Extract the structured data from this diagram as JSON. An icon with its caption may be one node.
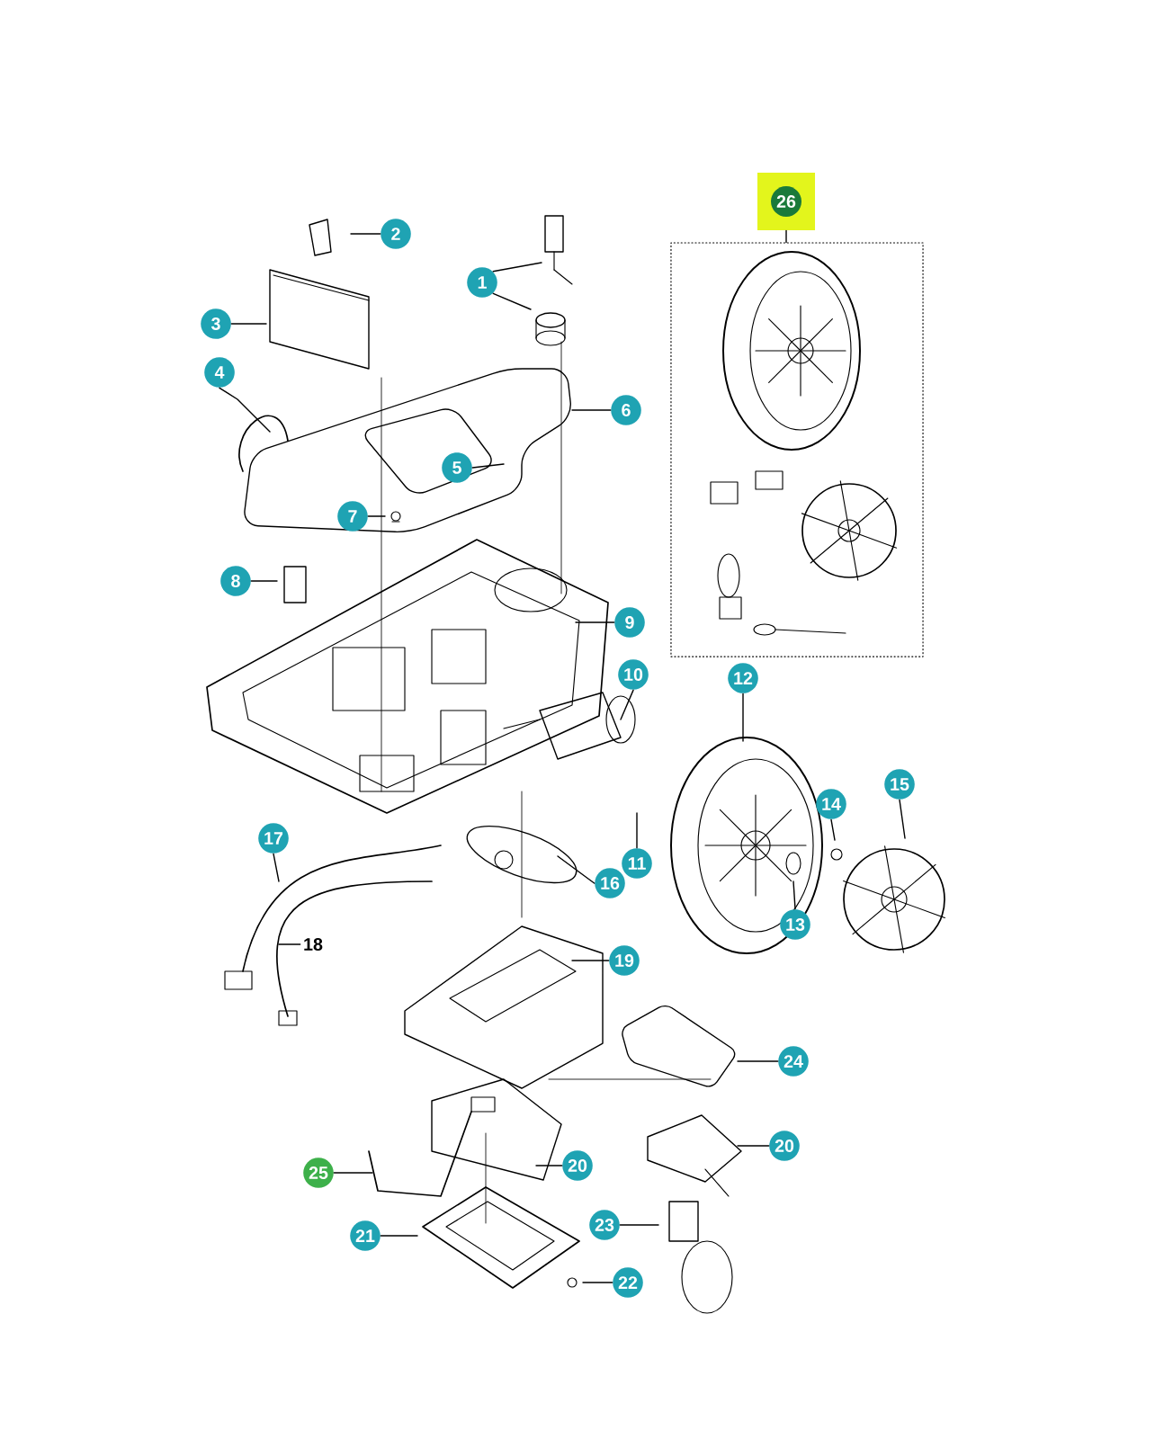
{
  "diagram": {
    "nodes": [
      {
        "text": [
          "1"
        ]
      },
      {
        "text": [
          "2"
        ]
      },
      {
        "text": [
          "3"
        ]
      },
      {
        "text": [
          "4"
        ]
      },
      {
        "text": [
          "5"
        ]
      },
      {
        "text": [
          "6"
        ]
      },
      {
        "text": [
          "7"
        ]
      },
      {
        "text": [
          "8"
        ]
      },
      {
        "text": [
          "9"
        ]
      },
      {
        "text": [
          "10"
        ]
      },
      {
        "text": [
          "11"
        ]
      },
      {
        "text": [
          "12"
        ]
      },
      {
        "text": [
          "13"
        ]
      },
      {
        "text": [
          "14"
        ]
      },
      {
        "text": [
          "15"
        ]
      },
      {
        "text": [
          "16"
        ]
      },
      {
        "text": [
          "17"
        ]
      },
      {
        "text": [
          "18"
        ]
      },
      {
        "text": [
          "19"
        ]
      },
      {
        "text": [
          "20"
        ]
      },
      {
        "text": [
          "20"
        ]
      },
      {
        "text": [
          "21"
        ]
      },
      {
        "text": [
          "22"
        ]
      },
      {
        "text": [
          "23"
        ]
      },
      {
        "text": [
          "24"
        ]
      },
      {
        "text": [
          "25"
        ]
      },
      {
        "text": [
          "26"
        ]
      },
      {
        "text": [],
        "shape": "box"
      }
    ],
    "edges": [
      {
        "from": 0,
        "to": null,
        "arrow": "none"
      },
      {
        "from": 0,
        "to": null,
        "arrow": "none"
      },
      {
        "from": 1,
        "to": null,
        "arrow": "none"
      },
      {
        "from": 2,
        "to": null,
        "arrow": "none"
      },
      {
        "from": 3,
        "to": null,
        "arrow": "none"
      },
      {
        "from": 4,
        "to": null,
        "arrow": "none"
      },
      {
        "from": 5,
        "to": null,
        "arrow": "none"
      },
      {
        "from": 6,
        "to": null,
        "arrow": "none"
      },
      {
        "from": 7,
        "to": null,
        "arrow": "none"
      },
      {
        "from": 8,
        "to": null,
        "arrow": "none"
      },
      {
        "from": 9,
        "to": null,
        "arrow": "none"
      },
      {
        "from": 10,
        "to": null,
        "arrow": "none"
      },
      {
        "from": 11,
        "to": null,
        "arrow": "none"
      },
      {
        "from": 12,
        "to": null,
        "arrow": "none"
      },
      {
        "from": 13,
        "to": null,
        "arrow": "none"
      },
      {
        "from": 14,
        "to": null,
        "arrow": "none"
      },
      {
        "from": 15,
        "to": null,
        "arrow": "none"
      },
      {
        "from": 16,
        "to": null,
        "arrow": "none"
      },
      {
        "from": 17,
        "to": null,
        "arrow": "none"
      },
      {
        "from": 18,
        "to": null,
        "arrow": "none"
      },
      {
        "from": 19,
        "to": null,
        "arrow": "none"
      },
      {
        "from": 20,
        "to": null,
        "arrow": "none"
      },
      {
        "from": 21,
        "to": null,
        "arrow": "none"
      },
      {
        "from": 22,
        "to": null,
        "arrow": "none"
      },
      {
        "from": 23,
        "to": null,
        "arrow": "none"
      },
      {
        "from": 24,
        "to": null,
        "arrow": "none"
      },
      {
        "from": 25,
        "to": null,
        "arrow": "none"
      },
      {
        "from": 26,
        "to": 27,
        "arrow": "none"
      }
    ]
  }
}
